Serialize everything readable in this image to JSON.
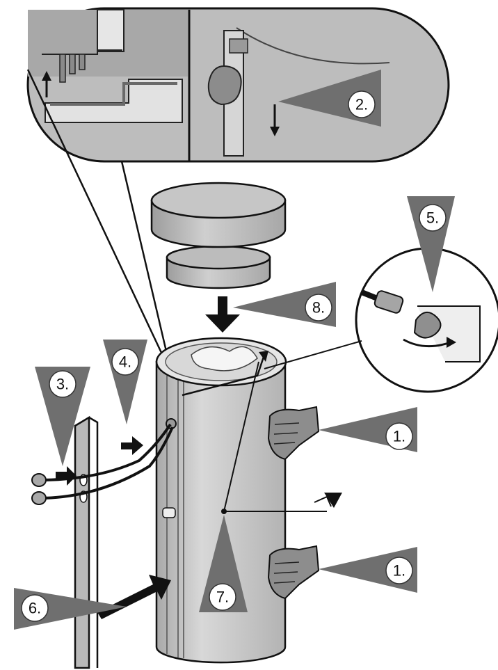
{
  "steps": {
    "s1a": "1.",
    "s1b": "1.",
    "s2": "2.",
    "s3": "3.",
    "s4": "4.",
    "s5": "5.",
    "s6": "6.",
    "s7": "7.",
    "s8": "8."
  },
  "colors": {
    "callout_grey": "#6f6f6f",
    "tank_grey": "#c9c9c9",
    "panel_grey": "#b5b5b5",
    "line": "#111111",
    "badge": "#ffffff"
  }
}
